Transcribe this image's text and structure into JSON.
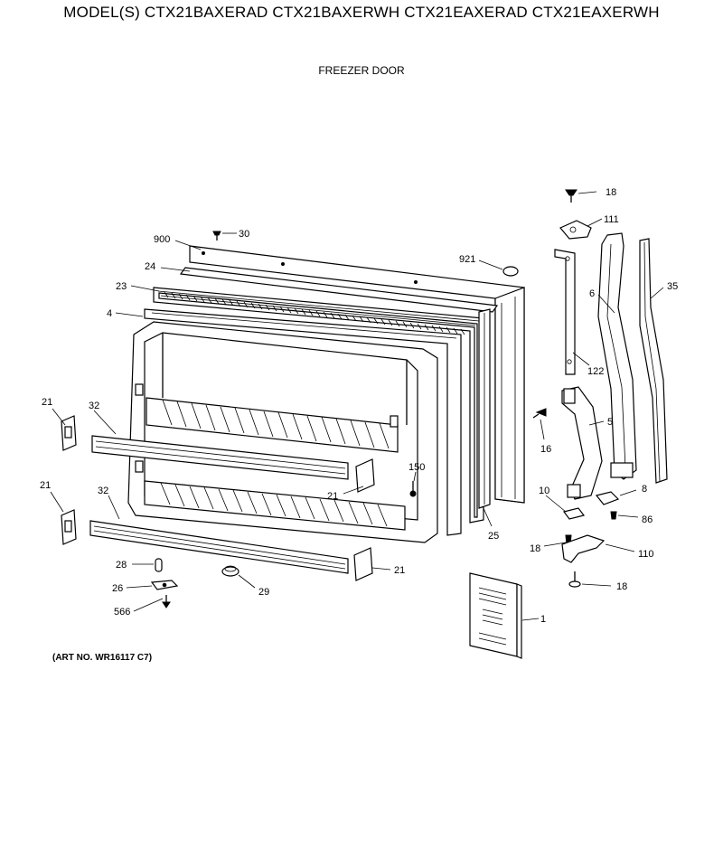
{
  "header": {
    "models": "MODEL(S) CTX21BAXERAD  CTX21BAXERWH  CTX21EAXERAD  CTX21EAXERWH",
    "section": "FREEZER DOOR"
  },
  "art_number": "(ART NO. WR16117 C7)",
  "callouts": {
    "c18_top": "18",
    "c111": "111",
    "c30": "30",
    "c900": "900",
    "c921": "921",
    "c24": "24",
    "c23": "23",
    "c6": "6",
    "c35": "35",
    "c4": "4",
    "c122": "122",
    "c21_a": "21",
    "c32_a": "32",
    "c16": "16",
    "c5": "5",
    "c150": "150",
    "c21_b": "21",
    "c21_c": "21",
    "c32_b": "32",
    "c10": "10",
    "c8": "8",
    "c86": "86",
    "c25": "25",
    "c18_mid": "18",
    "c110": "110",
    "c28": "28",
    "c21_d": "21",
    "c26": "26",
    "c29": "29",
    "c18_bot": "18",
    "c566": "566",
    "c1": "1"
  }
}
